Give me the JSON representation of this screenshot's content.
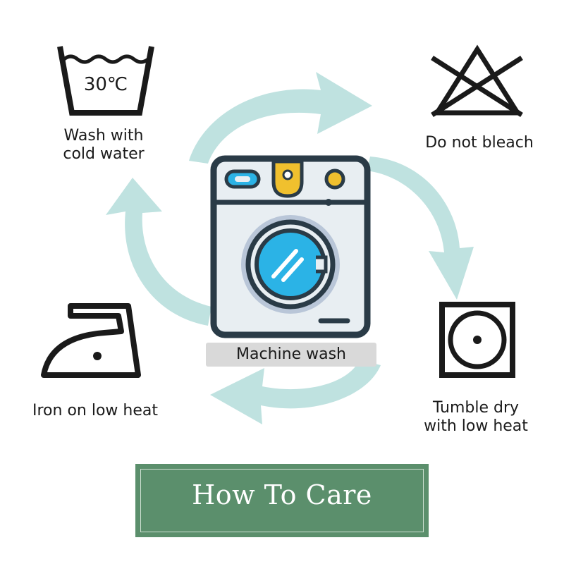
{
  "steps": {
    "wash": {
      "line1": "Wash with",
      "line2": "cold water",
      "temperature": "30℃",
      "icon": "wash-tub-icon"
    },
    "bleach": {
      "label": "Do not bleach",
      "icon": "no-bleach-icon"
    },
    "tumble": {
      "line1": "Tumble dry",
      "line2": "with low heat",
      "icon": "tumble-dry-icon"
    },
    "iron": {
      "label": "Iron on low heat",
      "icon": "iron-icon"
    },
    "machine": {
      "label": "Machine wash",
      "icon": "washing-machine-icon"
    }
  },
  "banner": {
    "title": "How To Care"
  },
  "colors": {
    "arrow": "#bfe2e0",
    "banner": "#5b8f6c",
    "machine_outline": "#2a3b47",
    "machine_body": "#e8eef2",
    "porthole": "#2bb3e6",
    "accent_yellow": "#f0c02e",
    "label_bg": "#d9d9d9"
  }
}
